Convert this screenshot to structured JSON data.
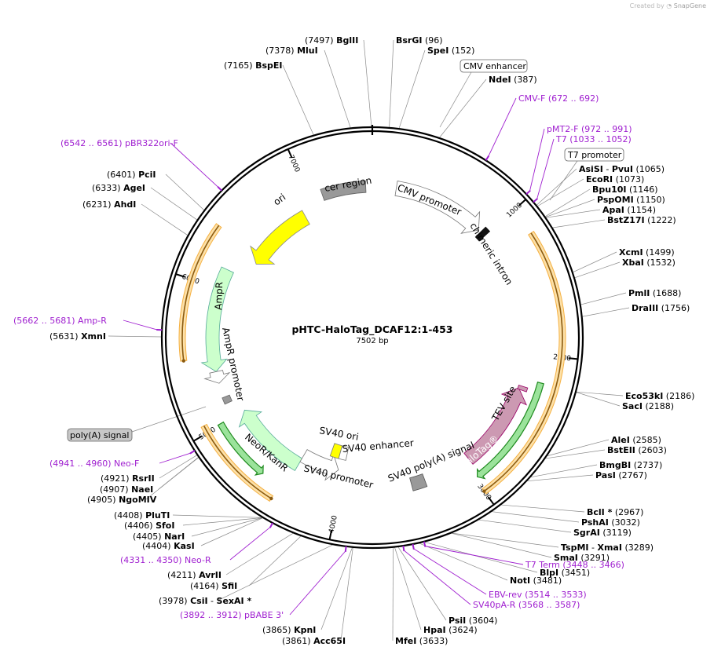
{
  "credit": {
    "prefix": "Created by",
    "brand": "SnapGene"
  },
  "plasmid": {
    "name": "pHTC-HaloTag_DCAF12:1-453",
    "length": "7502 bp"
  },
  "ticks": [
    "1000",
    "2000",
    "3000",
    "4000",
    "5000",
    "6000",
    "7000"
  ],
  "sites": [
    {
      "pos": "(7497)",
      "name": "BglII"
    },
    {
      "name": "BsrGI",
      "pos": "(96)"
    },
    {
      "pos": "(7378)",
      "name": "MluI"
    },
    {
      "name": "SpeI",
      "pos": "(152)"
    },
    {
      "pos": "(7165)",
      "name": "BspEI"
    },
    {
      "name": "NdeI",
      "pos": "(387)"
    },
    {
      "name": "AsiSI",
      "sep": "-",
      "name2": "PvuI",
      "pos": "(1065)"
    },
    {
      "name": "EcoRI",
      "pos": "(1073)"
    },
    {
      "name": "Bpu10I",
      "pos": "(1146)"
    },
    {
      "name": "PspOMI",
      "pos": "(1150)"
    },
    {
      "name": "ApaI",
      "pos": "(1154)"
    },
    {
      "name": "BstZ17I",
      "pos": "(1222)"
    },
    {
      "pos": "(6401)",
      "name": "PciI"
    },
    {
      "pos": "(6333)",
      "name": "AgeI"
    },
    {
      "pos": "(6231)",
      "name": "AhdI"
    },
    {
      "name": "XcmI",
      "pos": "(1499)"
    },
    {
      "name": "XbaI",
      "pos": "(1532)"
    },
    {
      "name": "PmlI",
      "pos": "(1688)"
    },
    {
      "name": "DraIII",
      "pos": "(1756)"
    },
    {
      "pos": "(5631)",
      "name": "XmnI"
    },
    {
      "name": "Eco53kI",
      "pos": "(2186)"
    },
    {
      "name": "SacI",
      "pos": "(2188)"
    },
    {
      "name": "AleI",
      "pos": "(2585)"
    },
    {
      "name": "BstEII",
      "pos": "(2603)"
    },
    {
      "name": "BmgBI",
      "pos": "(2737)"
    },
    {
      "name": "PasI",
      "pos": "(2767)"
    },
    {
      "pos": "(4921)",
      "name": "RsrII"
    },
    {
      "pos": "(4907)",
      "name": "NaeI"
    },
    {
      "pos": "(4905)",
      "name": "NgoMIV"
    },
    {
      "name": "BclI *",
      "pos": "(2967)"
    },
    {
      "name": "PshAI",
      "pos": "(3032)"
    },
    {
      "name": "SgrAI",
      "pos": "(3119)"
    },
    {
      "pos": "(4408)",
      "name": "PluTI"
    },
    {
      "pos": "(4406)",
      "name": "SfoI"
    },
    {
      "pos": "(4405)",
      "name": "NarI"
    },
    {
      "pos": "(4404)",
      "name": "KasI"
    },
    {
      "name": "TspMI",
      "sep": "-",
      "name2": "XmaI",
      "pos": "(3289)"
    },
    {
      "name": "SmaI",
      "pos": "(3291)"
    },
    {
      "name": "BlpI",
      "pos": "(3451)"
    },
    {
      "pos": "(4211)",
      "name": "AvrII"
    },
    {
      "pos": "(4164)",
      "name": "SfiI"
    },
    {
      "name": "NotI",
      "pos": "(3481)"
    },
    {
      "pos": "(3978)",
      "name": "CsiI",
      "sep": "-",
      "name2": "SexAI *"
    },
    {
      "name": "PsiI",
      "pos": "(3604)"
    },
    {
      "pos": "(3865)",
      "name": "KpnI"
    },
    {
      "name": "HpaI",
      "pos": "(3624)"
    },
    {
      "pos": "(3861)",
      "name": "Acc65I"
    },
    {
      "name": "MfeI",
      "pos": "(3633)"
    }
  ],
  "primers": [
    {
      "name": "CMV-F",
      "range": "(672 .. 692)"
    },
    {
      "name": "pMT2-F",
      "range": "(972 .. 991)"
    },
    {
      "name": "T7",
      "range": "(1033 .. 1052)"
    },
    {
      "range": "(6542 .. 6561)",
      "name": "pBR322ori-F"
    },
    {
      "range": "(5662 .. 5681)",
      "name": "Amp-R"
    },
    {
      "range": "(4941 .. 4960)",
      "name": "Neo-F"
    },
    {
      "range": "(4331 .. 4350)",
      "name": "Neo-R"
    },
    {
      "name": "T7 Term",
      "range": "(3448 .. 3466)"
    },
    {
      "name": "EBV-rev",
      "range": "(3514 .. 3533)"
    },
    {
      "name": "SV40pA-R",
      "range": "(3568 .. 3587)"
    },
    {
      "range": "(3892 .. 3912)",
      "name": "pBABE 3'"
    }
  ],
  "boxed_features": [
    "CMV enhancer",
    "T7 promoter",
    "poly(A) signal"
  ],
  "features": {
    "cer": "cer region",
    "cmv": "CMV promoter",
    "chimeric": "chimeric intron",
    "ori": "ori",
    "ampr": "AmpR",
    "ampr_prom": "AmpR promoter",
    "neo": "NeoR/KanR",
    "sv40_ori": "SV40 ori",
    "sv40_enh": "SV40 enhancer",
    "sv40_prom": "SV40 promoter",
    "sv40_polya": "SV40 poly(A) signal",
    "halotag": "HaloTag®",
    "tev": "TEV site"
  },
  "colors": {
    "ori": "#ffff00",
    "resistance": "#ccffcc",
    "halotag": "#cc99b2",
    "promoter": "#ffffff",
    "region": "#999999",
    "orf_outline": "#f5b041",
    "orf_fill": "#8a5a10",
    "primer": "#a020d0",
    "halo_frame": "#1f8a1f"
  }
}
